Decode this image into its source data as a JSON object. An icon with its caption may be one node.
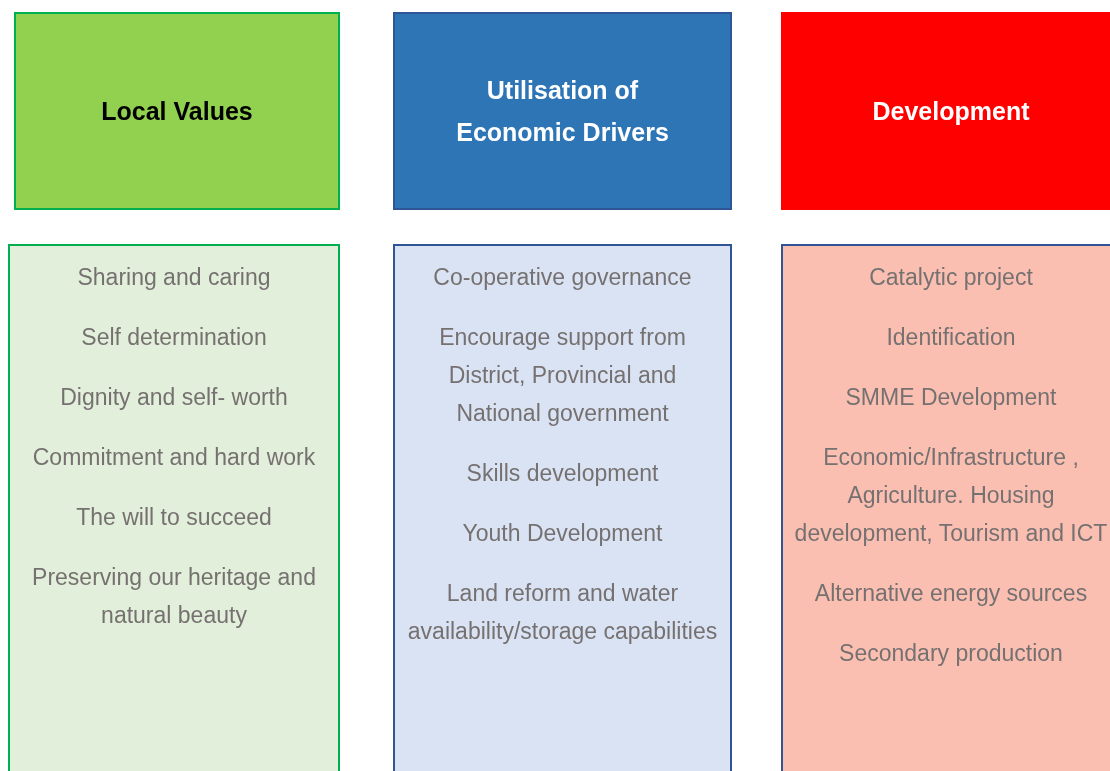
{
  "diagram": {
    "nodes": [
      {
        "text": [
          "Local Values"
        ]
      },
      {
        "text": [
          "Utilisation of Economic Drivers"
        ]
      },
      {
        "text": [
          "Development"
        ]
      },
      {
        "text": [
          "Sharing and caring",
          "Self determination",
          "Dignity and self- worth",
          "Commitment and hard work",
          "The will to succeed",
          "Preserving our heritage and natural beauty"
        ]
      },
      {
        "text": [
          "Co-operative governance",
          "Encourage support from District, Provincial and National government",
          "Skills development",
          "Youth Development",
          "Land reform and water availability/storage capabilities"
        ]
      },
      {
        "text": [
          "Catalytic project",
          "Identification",
          "SMME Development",
          "Economic/Infrastructure , Agriculture. Housing development, Tourism and ICT",
          "Alternative energy sources",
          "Secondary production"
        ]
      }
    ]
  }
}
